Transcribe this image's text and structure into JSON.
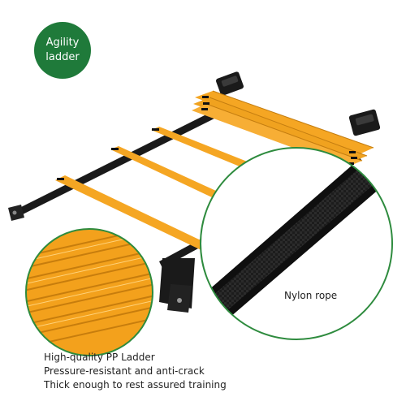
{
  "badge": {
    "line1": "Agility",
    "line2": "ladder"
  },
  "zoom_right": {
    "label": "Nylon rope"
  },
  "features": [
    "High-quality PP Ladder",
    "Pressure-resistant and anti-crack",
    "Thick enough to rest assured training"
  ],
  "colors": {
    "badge_green": "#1f7a3a",
    "rung_orange": "#f5a623",
    "strap_black": "#1a1a1a",
    "ring_green": "#2e8b3e"
  }
}
